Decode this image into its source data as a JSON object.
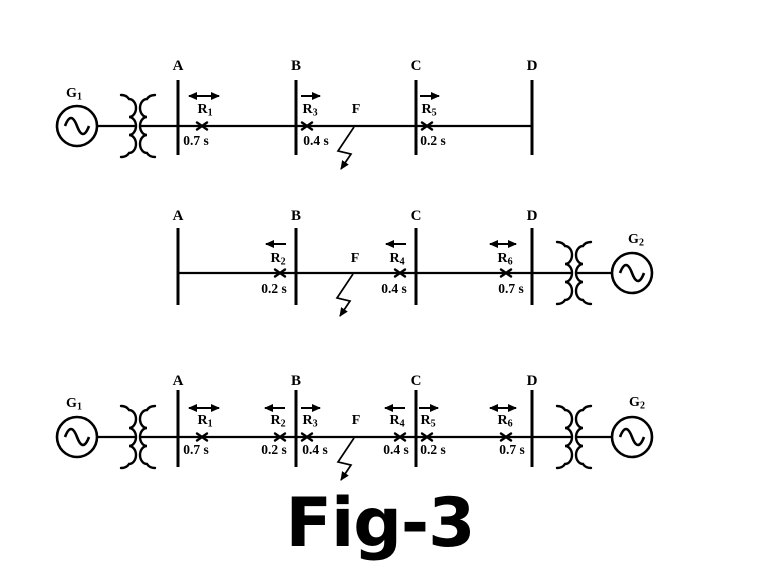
{
  "colors": {
    "ink": "#000000",
    "paper": "#ffffff"
  },
  "caption": "Fig-3",
  "fault_label": "F",
  "buses": [
    "A",
    "B",
    "C",
    "D"
  ],
  "generators": {
    "g1": {
      "name": "G",
      "sub": "1"
    },
    "g2": {
      "name": "G",
      "sub": "2"
    }
  },
  "relays": {
    "r1": {
      "name": "R",
      "sub": "1",
      "time": "0.7 s",
      "direction": "both"
    },
    "r2": {
      "name": "R",
      "sub": "2",
      "time": "0.2 s",
      "direction": "left"
    },
    "r3": {
      "name": "R",
      "sub": "3",
      "time": "0.4 s",
      "direction": "right"
    },
    "r4": {
      "name": "R",
      "sub": "4",
      "time": "0.4 s",
      "direction": "left"
    },
    "r5": {
      "name": "R",
      "sub": "5",
      "time": "0.2 s",
      "direction": "right"
    },
    "r6": {
      "name": "R",
      "sub": "6",
      "time": "0.7 s",
      "direction": "both"
    }
  }
}
